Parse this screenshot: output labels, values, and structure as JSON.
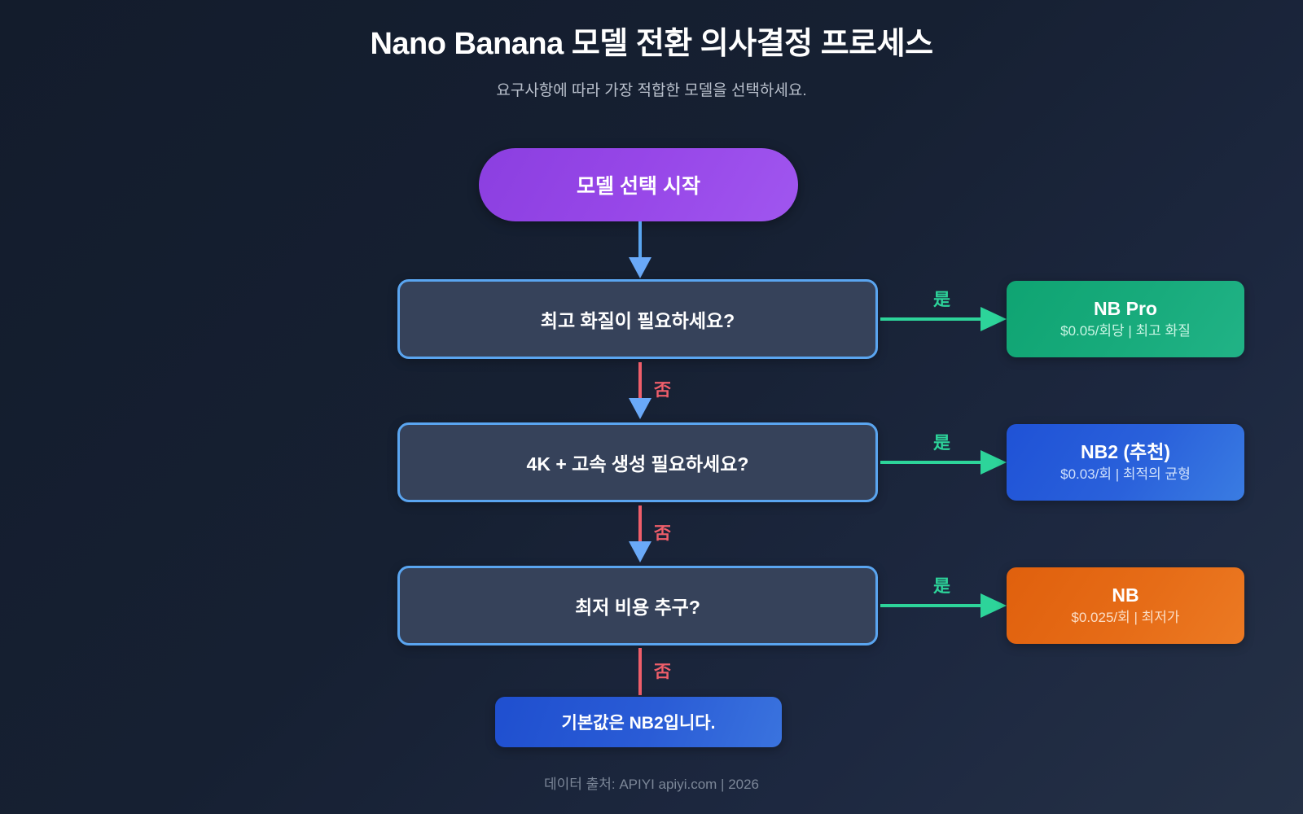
{
  "header": {
    "title": "Nano Banana 모델 전환 의사결정 프로세스",
    "subtitle": "요구사항에 따라 가장 적합한 모델을 선택하세요."
  },
  "flow": {
    "start": {
      "label": "모델 선택 시작"
    },
    "decisions": [
      {
        "label": "최고 화질이 필요하세요?"
      },
      {
        "label": "4K + 고속 생성 필요하세요?"
      },
      {
        "label": "최저 비용 추구?"
      }
    ],
    "results": [
      {
        "title": "NB Pro",
        "subtitle": "$0.05/회당 | 최고 화질",
        "color": "#18ab7c"
      },
      {
        "title": "NB2 (추천)",
        "subtitle": "$0.03/회 | 최적의 균형",
        "color": "#2a61db"
      },
      {
        "title": "NB",
        "subtitle": "$0.025/회 | 최저가",
        "color": "#e66c17"
      }
    ],
    "default_node": {
      "label": "기본값은 NB2입니다."
    },
    "edge_labels": {
      "yes": "是",
      "no": "否",
      "yes_color": "#2dd49a",
      "no_color": "#ef5e6a"
    }
  },
  "footer": {
    "text": "데이터 출처: APIYI apiyi.com | 2026"
  }
}
